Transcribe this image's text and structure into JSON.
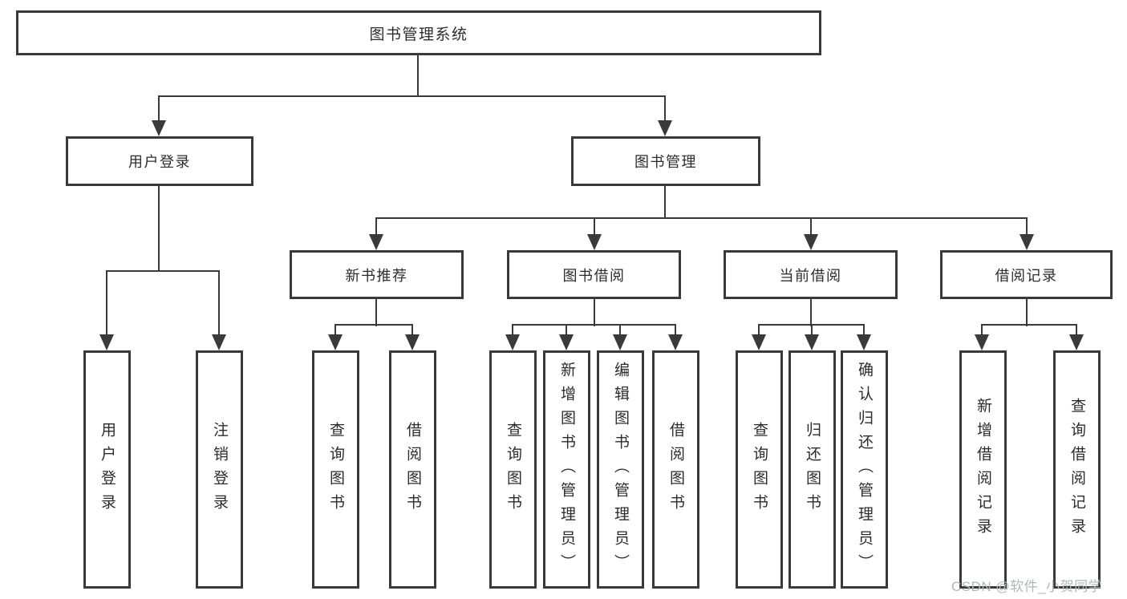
{
  "diagram": {
    "root": {
      "label": "图书管理系统"
    },
    "level1": {
      "user_login": {
        "label": "用户登录"
      },
      "book_mgmt": {
        "label": "图书管理"
      }
    },
    "level2": {
      "new_book_rec": {
        "label": "新书推荐"
      },
      "book_borrow": {
        "label": "图书借阅"
      },
      "current_borrow": {
        "label": "当前借阅"
      },
      "borrow_records": {
        "label": "借阅记录"
      }
    },
    "leaves": {
      "user_login_leaf": {
        "label": "用户登录"
      },
      "logout_leaf": {
        "label": "注销登录"
      },
      "rec_query_book": {
        "label": "查询图书"
      },
      "rec_borrow_book": {
        "label": "借阅图书"
      },
      "bb_query_book": {
        "label": "查询图书"
      },
      "bb_add_book": {
        "label": "新增图书（管理员）"
      },
      "bb_edit_book": {
        "label": "编辑图书（管理员）"
      },
      "bb_borrow_book": {
        "label": "借阅图书"
      },
      "cb_query_book": {
        "label": "查询图书"
      },
      "cb_return_book": {
        "label": "归还图书"
      },
      "cb_confirm_return": {
        "label": "确认归还（管理员）"
      },
      "br_add_record": {
        "label": "新增借阅记录"
      },
      "br_query_record": {
        "label": "查询借阅记录"
      }
    }
  },
  "watermark": {
    "label": "CSDN @软件_小贺同学"
  },
  "colors": {
    "line": "#3a3a3a",
    "text": "#2c2c2c",
    "watermark": "#b3b6ba",
    "background": "#ffffff"
  }
}
